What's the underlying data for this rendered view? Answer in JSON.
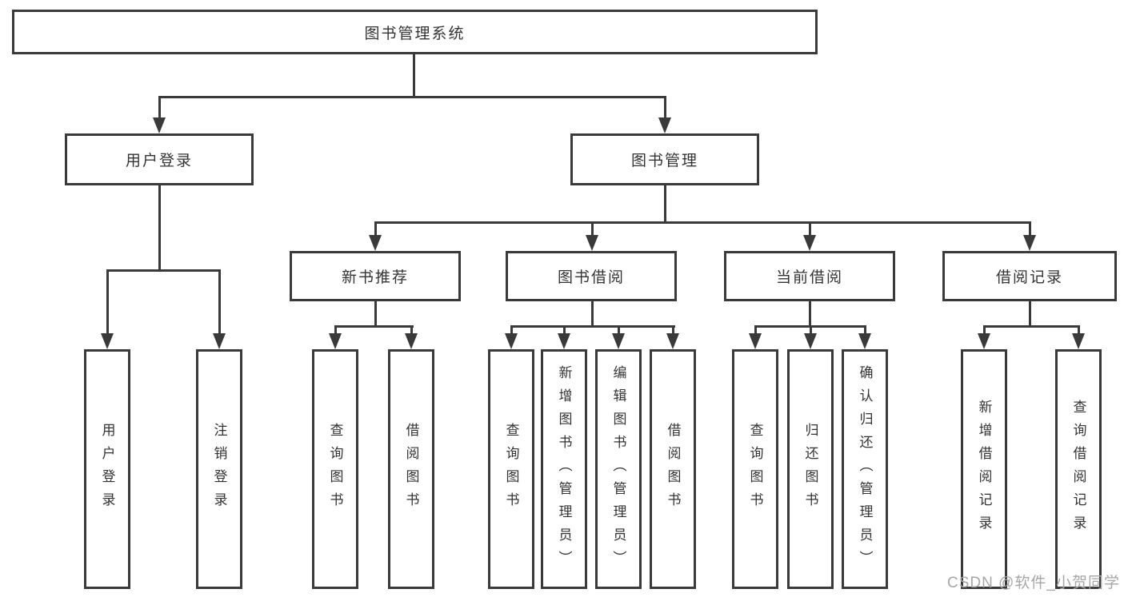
{
  "title": "图书管理系统",
  "branches": {
    "user_login": "用户登录",
    "book_management": "图书管理"
  },
  "modules": [
    "新书推荐",
    "图书借阅",
    "当前借阅",
    "借阅记录"
  ],
  "leaves": {
    "login": [
      "用户登录",
      "注销登录"
    ],
    "new_books": [
      "查询图书",
      "借阅图书"
    ],
    "book_borrow": [
      "查询图书",
      "新增图书（管理员）",
      "编辑图书（管理员）",
      "借阅图书"
    ],
    "current_borrow": [
      "查询图书",
      "归还图书",
      "确认归还（管理员）"
    ],
    "borrow_records": [
      "新增借阅记录",
      "查询借阅记录"
    ]
  },
  "watermark": "CSDN @软件_小贺同学",
  "colors": {
    "line": "#3a3a3a",
    "text": "#333333",
    "box_fill": "#ffffff",
    "background": "#ffffff",
    "watermark": "#a6a6a6"
  }
}
